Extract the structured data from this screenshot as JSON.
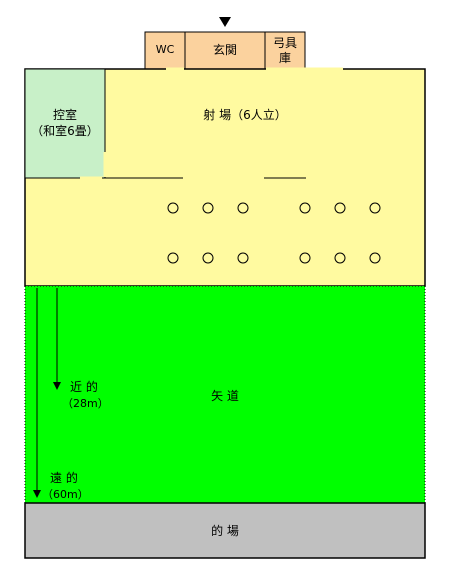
{
  "rooms": {
    "wc": "WC",
    "entrance": "玄関",
    "bow_storage_line1": "弓具",
    "bow_storage_line2": "庫",
    "waiting_room_line1": "控室",
    "waiting_room_line2": "（和室6畳）",
    "shajo": "射 場（6人立）",
    "yamichi": "矢 道",
    "matoba": "的 場"
  },
  "distances": {
    "near_label": "近 的",
    "near_value": "（28m）",
    "far_label": "遠 的",
    "far_value": "（60m）"
  },
  "shooting_positions": {
    "rows": 2,
    "left_group": 3,
    "right_group": 3
  },
  "colors": {
    "shajo": "#fffaa0",
    "waiting_room": "#c8f0c8",
    "entrance_block": "#fbd29e",
    "yamichi": "#00ff00",
    "matoba": "#c0c0c0"
  },
  "icons": {
    "entrance_marker": "triangle-down-icon",
    "shooting_position": "circle-icon",
    "distance_arrow": "arrow-down-icon"
  }
}
